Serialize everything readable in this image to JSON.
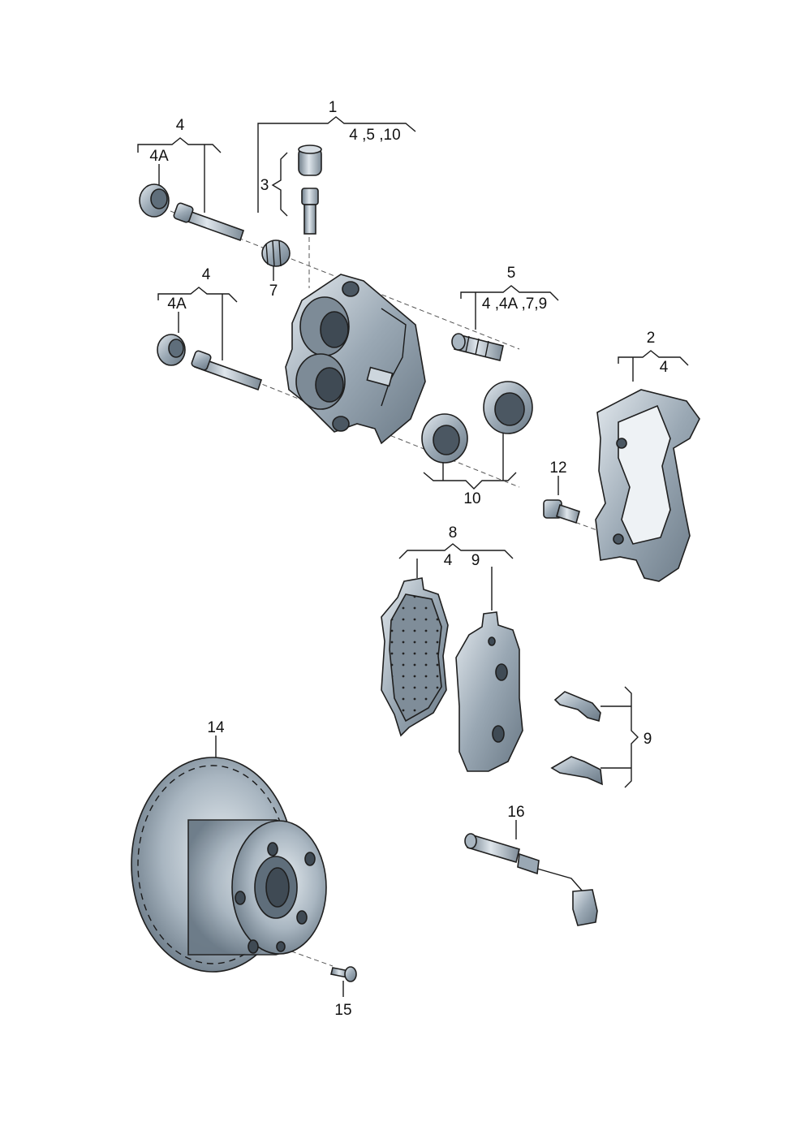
{
  "callouts": {
    "c1": "1",
    "c1_sub": "4 ,5 ,10",
    "c2": "2",
    "c2_sub": "4",
    "c3": "3",
    "c4a": "4",
    "c4a_sub": "4A",
    "c4b": "4",
    "c4b_sub": "4A",
    "c5": "5",
    "c5_sub": "4 ,4A ,7,9",
    "c7": "7",
    "c8": "8",
    "c8_sub_a": "4",
    "c8_sub_b": "9",
    "c9": "9",
    "c10": "10",
    "c12": "12",
    "c14": "14",
    "c15": "15",
    "c16": "16"
  },
  "colors": {
    "metal_light": "#c9d3dc",
    "metal_mid": "#8f9eab",
    "metal_dark": "#5f6e7b",
    "line": "#1a1a1a"
  }
}
